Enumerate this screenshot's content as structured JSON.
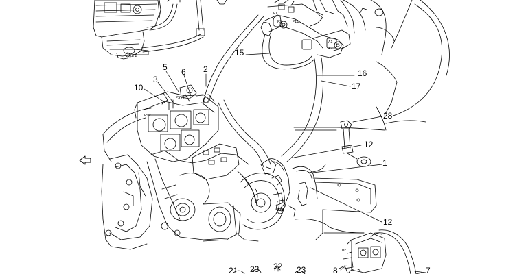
{
  "diagram": {
    "type": "exploded-parts-diagram",
    "line_color": "#000000",
    "background_color": "#ffffff",
    "callouts": [
      {
        "id": "c15",
        "text": "15"
      },
      {
        "id": "c5",
        "text": "5"
      },
      {
        "id": "c6",
        "text": "6"
      },
      {
        "id": "c2",
        "text": "2"
      },
      {
        "id": "c10",
        "text": "10"
      },
      {
        "id": "c3",
        "text": "3"
      },
      {
        "id": "c16",
        "text": "16"
      },
      {
        "id": "c17",
        "text": "17"
      },
      {
        "id": "c28",
        "text": "28"
      },
      {
        "id": "c12a",
        "text": "12"
      },
      {
        "id": "c1",
        "text": "1"
      },
      {
        "id": "c12b",
        "text": "12"
      },
      {
        "id": "c21",
        "text": "21"
      },
      {
        "id": "c23a",
        "text": "23"
      },
      {
        "id": "c22",
        "text": "22"
      },
      {
        "id": "c23b",
        "text": "23"
      },
      {
        "id": "c8",
        "text": "8"
      },
      {
        "id": "c7",
        "text": "7"
      }
    ],
    "port_labels": {
      "p1": "P1",
      "p2": "P2",
      "p11": "P11",
      "bf2_top": "BF2",
      "bf2_low": "BF2",
      "psv2": "PSV2",
      "psv1": "PSV1",
      "a1": "A1",
      "a2": "A2",
      "bf": "BF"
    }
  }
}
